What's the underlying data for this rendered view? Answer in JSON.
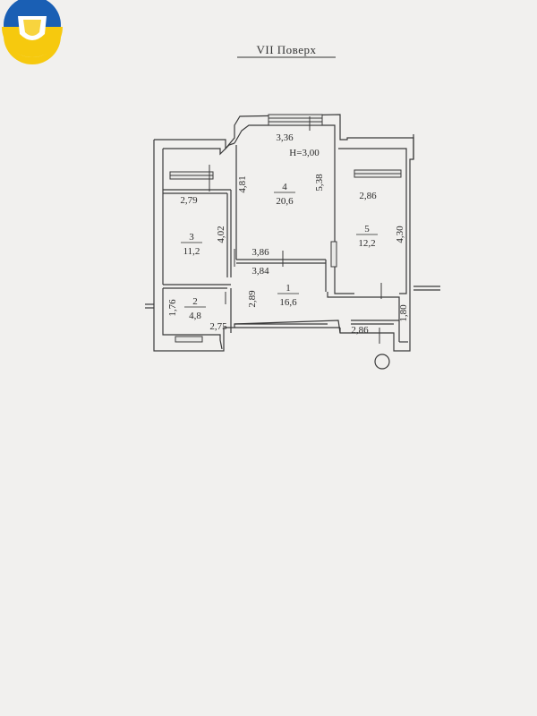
{
  "title": "VII Поверх",
  "ceiling_height": "Н=3,00",
  "rooms": [
    {
      "number": "1",
      "area": "16,6"
    },
    {
      "number": "2",
      "area": "4,8"
    },
    {
      "number": "3",
      "area": "11,2"
    },
    {
      "number": "4",
      "area": "20,6"
    },
    {
      "number": "5",
      "area": "12,2"
    }
  ],
  "dimensions": {
    "d_3_36": "3,36",
    "d_4_81": "4,81",
    "d_5_38": "5,38",
    "d_2_79": "2,79",
    "d_4_02": "4,02",
    "d_2_86_top": "2,86",
    "d_4_30": "4,30",
    "d_3_86": "3,86",
    "d_3_84": "3,84",
    "d_2_89": "2,89",
    "d_1_76": "1,76",
    "d_2_75": "2,75",
    "d_1_80": "1,80",
    "d_2_86_bottom": "2,86"
  },
  "logo_colors": {
    "top": "#1a5fb4",
    "bottom": "#f6c90e",
    "shield": "#ffffff"
  },
  "line_color": "#3a3a3a",
  "window_fill": "#e8e8e6"
}
